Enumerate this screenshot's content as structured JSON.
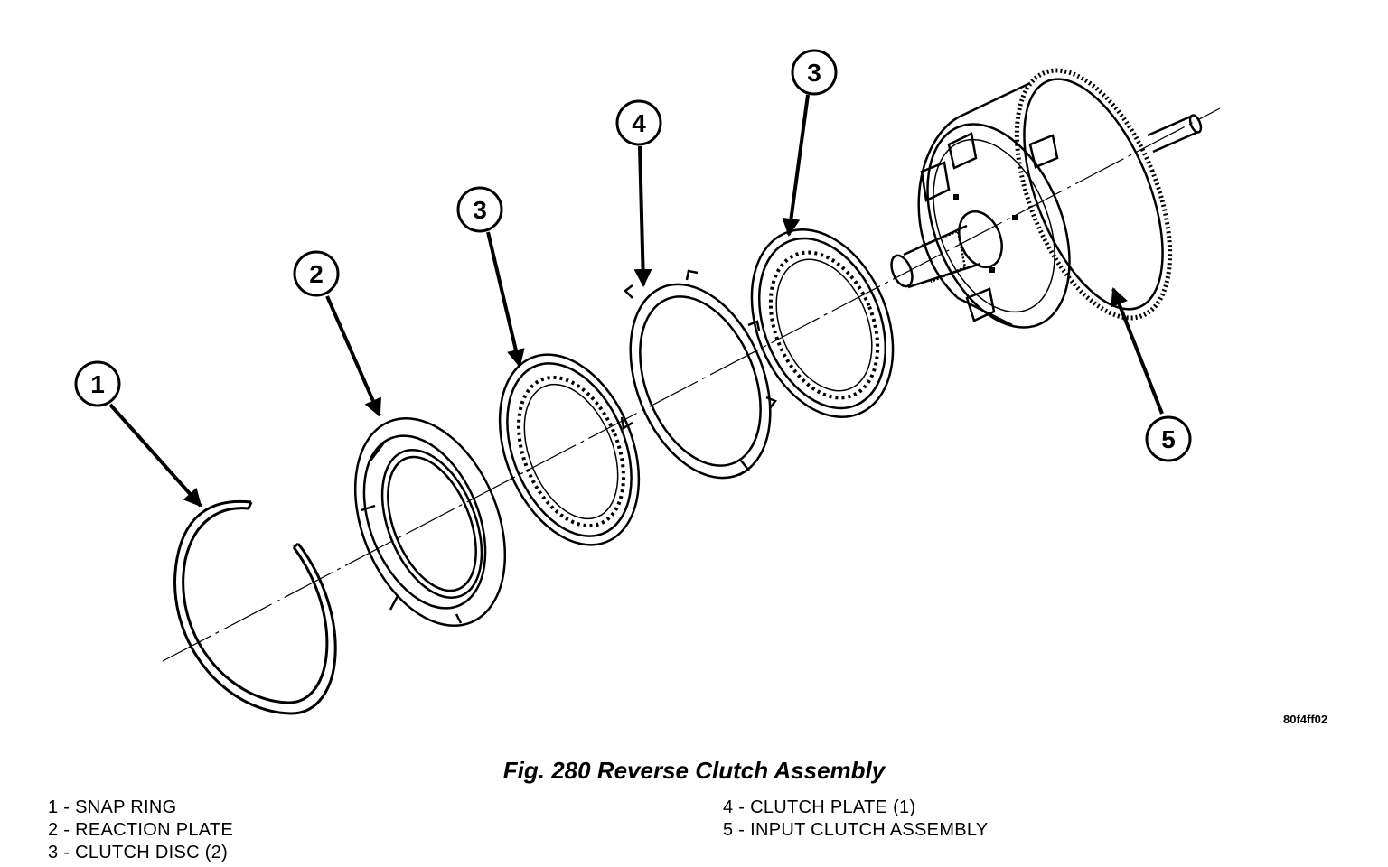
{
  "figure": {
    "caption": "Fig. 280 Reverse Clutch Assembly",
    "code": "80f4ff02"
  },
  "callouts": [
    "1",
    "2",
    "3",
    "3",
    "4",
    "5"
  ],
  "legend": {
    "left": [
      "1 - SNAP RING",
      "2 - REACTION PLATE",
      "3 - CLUTCH DISC (2)"
    ],
    "right": [
      "4 - CLUTCH PLATE (1)",
      "5 - INPUT CLUTCH ASSEMBLY"
    ]
  }
}
